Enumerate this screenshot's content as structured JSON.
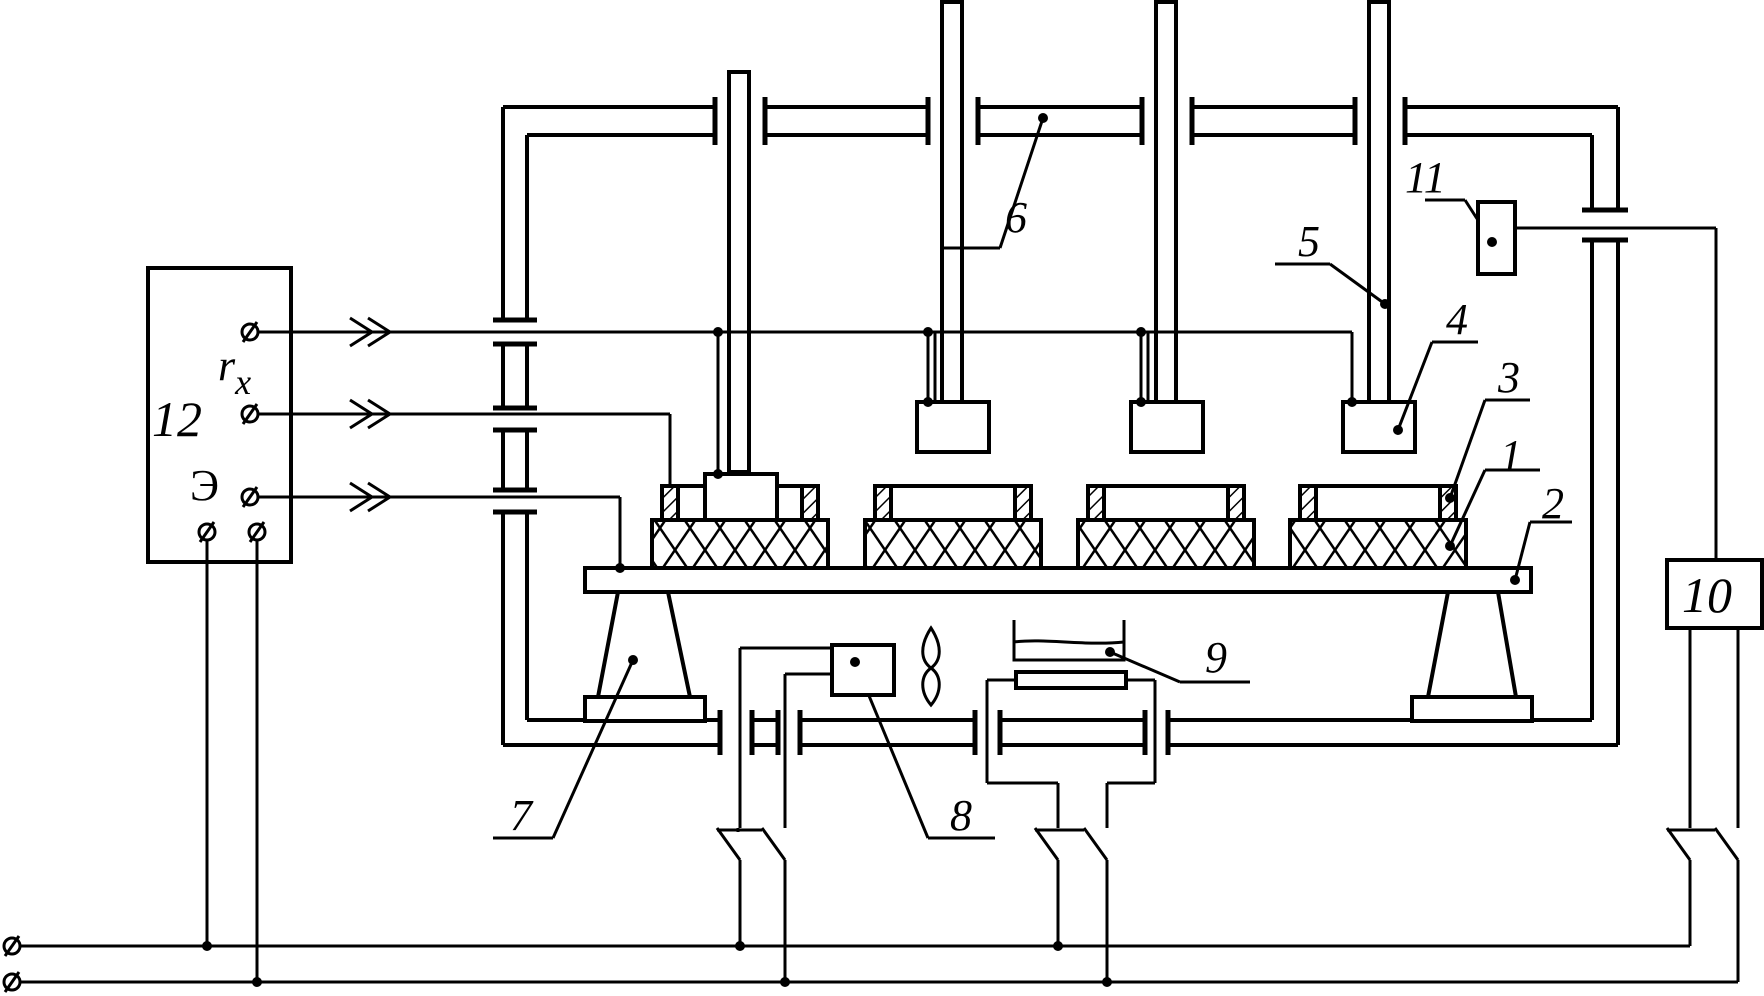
{
  "labels": {
    "n1": "1",
    "n2": "2",
    "n3": "3",
    "n4": "4",
    "n5": "5",
    "n6": "6",
    "n7": "7",
    "n8": "8",
    "n9": "9",
    "n10": "10",
    "n11": "11",
    "n12": "12",
    "rx_r": "r",
    "rx_x": "x",
    "e": "Э"
  }
}
